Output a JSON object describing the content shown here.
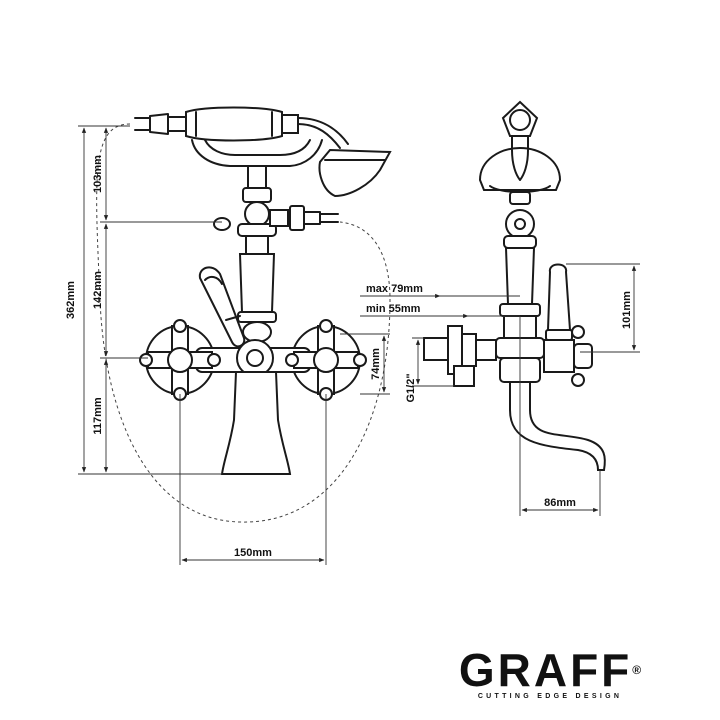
{
  "dimensions": {
    "overall_height": "362mm",
    "hand_shower_height": "103mm",
    "body_height": "142mm",
    "base_height": "117mm",
    "valve_height": "74mm",
    "center_spacing": "150mm",
    "max_projection": "max 79mm",
    "min_projection": "min 55mm",
    "connection": "G1/2\"",
    "lever_height": "101mm",
    "spout_reach": "86mm"
  },
  "brand": {
    "name": "GRAFF",
    "registered": "®",
    "tagline": "CUTTING EDGE DESIGN"
  }
}
